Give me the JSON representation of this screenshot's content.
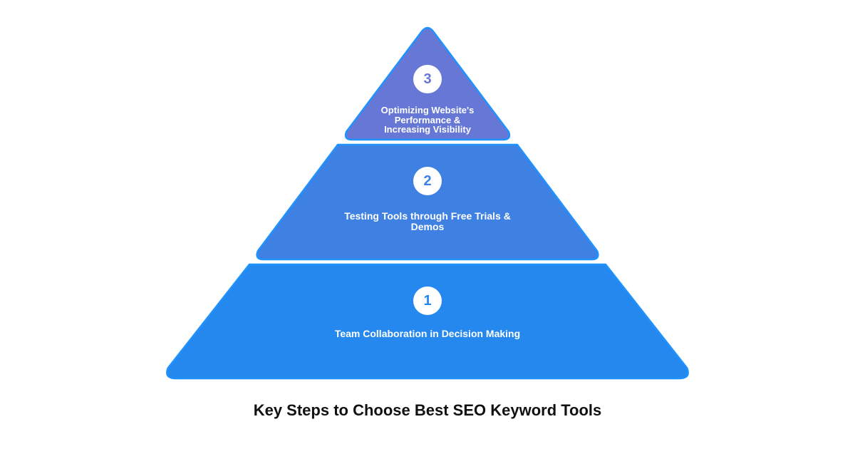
{
  "title": "Key Steps to Choose Best SEO Keyword Tools",
  "colors": {
    "tier_top_fill": "#6677d6",
    "tier_middle_fill": "#3f80e3",
    "tier_bottom_fill": "#2488ee",
    "outline": "#1e93ff",
    "number_text_top": "#6677d6",
    "number_text_middle": "#3f80e3",
    "number_text_bottom": "#2488ee"
  },
  "tiers": {
    "top": {
      "number": "3",
      "label": "Optimizing Website's Performance & Increasing Visibility"
    },
    "middle": {
      "number": "2",
      "label": "Testing Tools through Free Trials & Demos"
    },
    "bottom": {
      "number": "1",
      "label": "Team Collaboration in Decision Making"
    }
  }
}
